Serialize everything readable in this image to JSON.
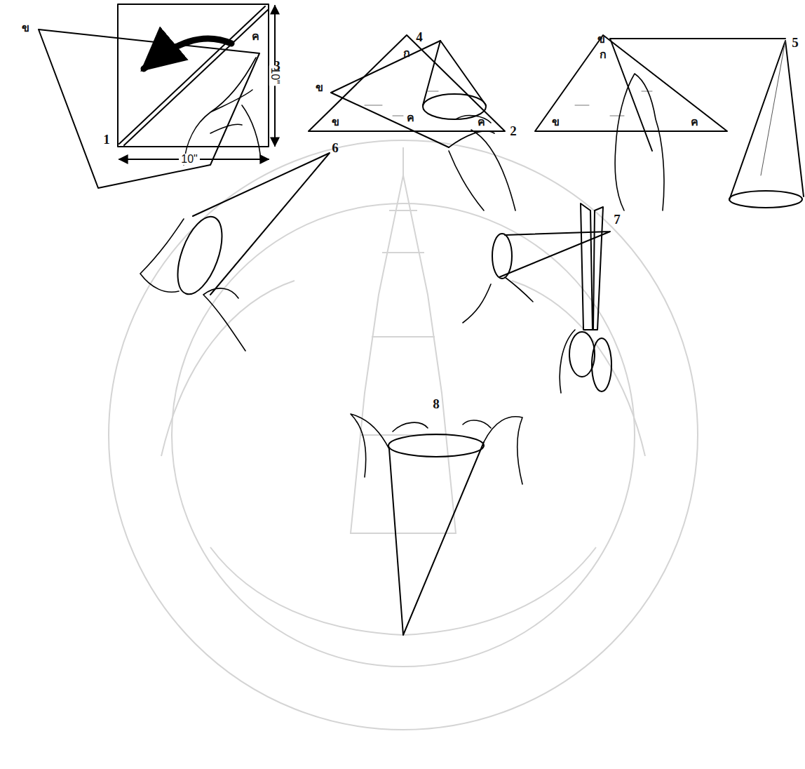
{
  "diagram": {
    "labels": [
      "1",
      "10\"",
      "10\"",
      "ก",
      "ข",
      "ค",
      "2",
      "ก",
      "ข",
      "ค",
      "ข",
      "ค",
      "3",
      "4",
      "ข",
      "ค",
      "ข",
      "5",
      "6",
      "7",
      "8"
    ]
  }
}
